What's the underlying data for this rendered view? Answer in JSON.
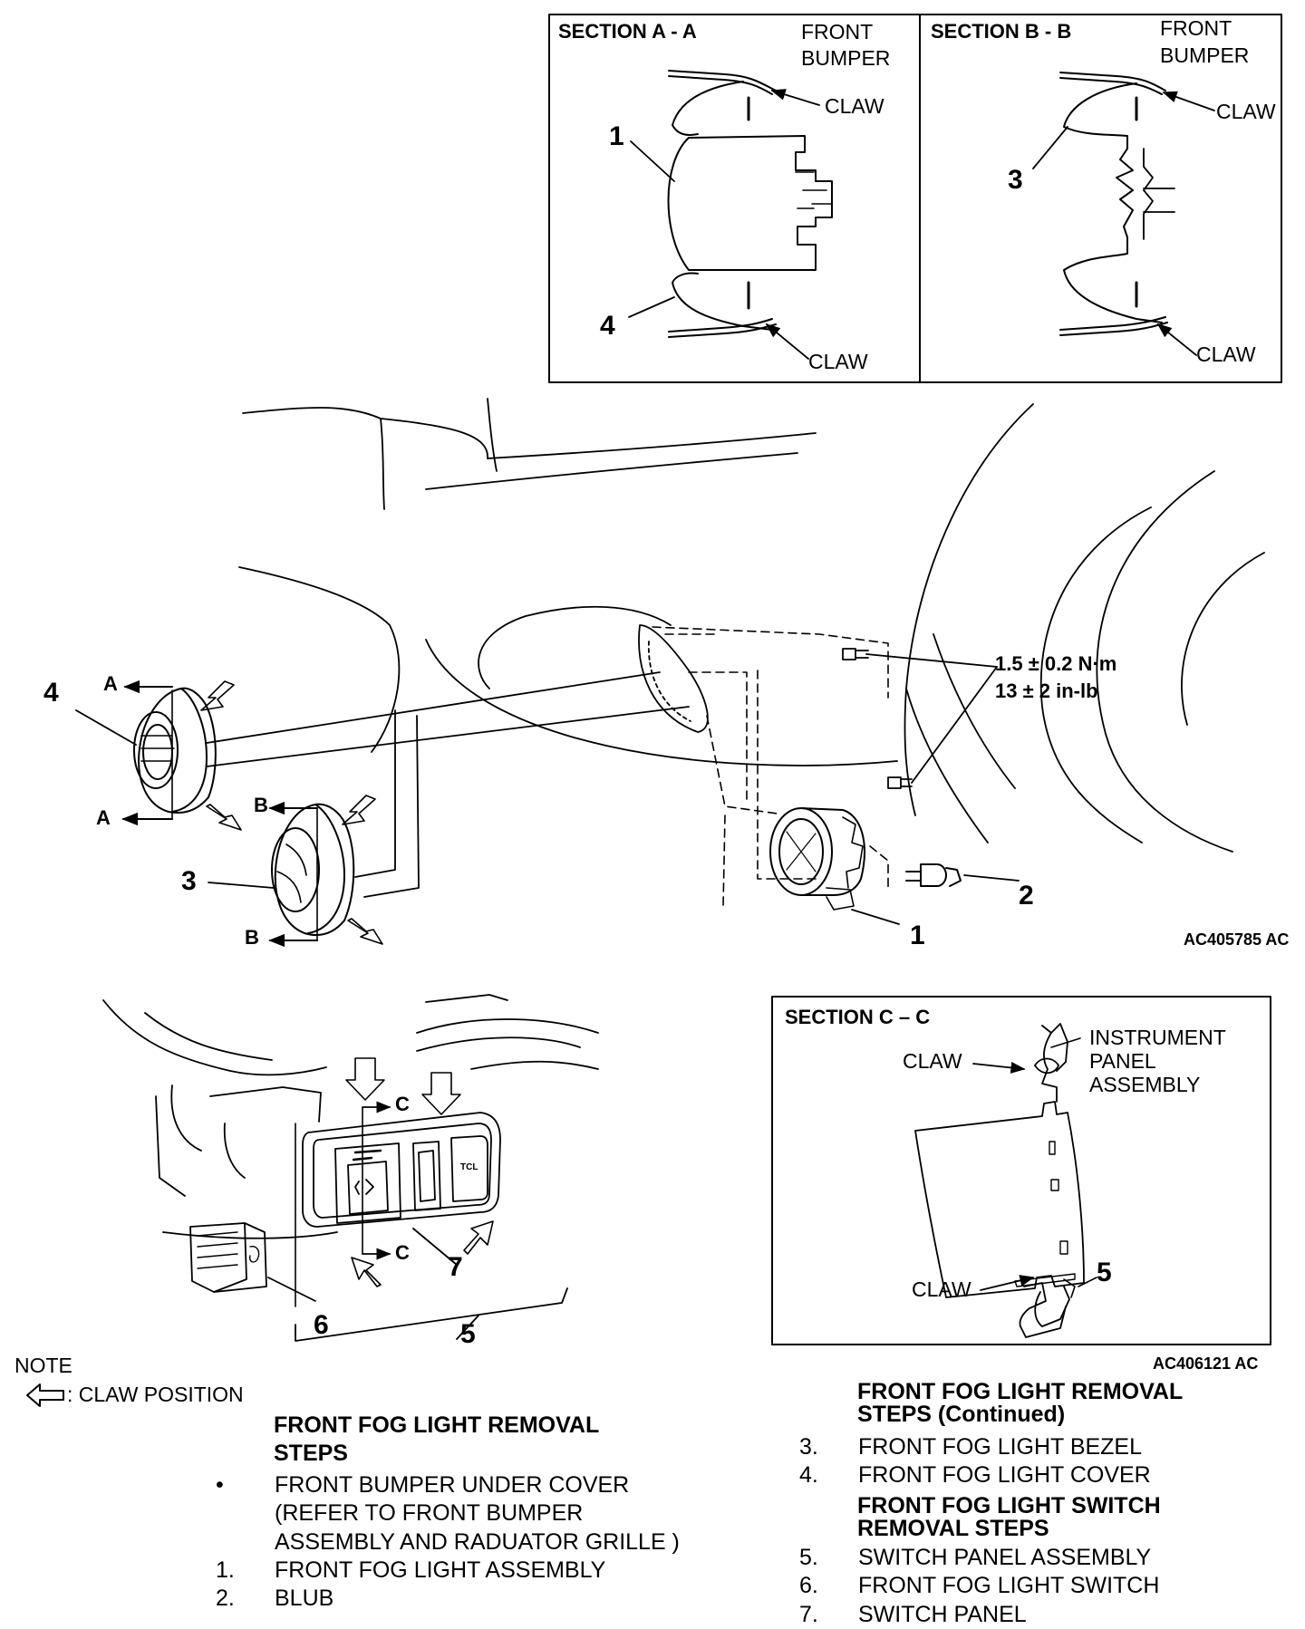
{
  "section_aa": {
    "title": "SECTION A - A",
    "front_bumper": [
      "FRONT",
      "BUMPER"
    ],
    "claw_top": "CLAW",
    "claw_bottom": "CLAW",
    "num_1": "1",
    "num_4": "4"
  },
  "section_bb": {
    "title": "SECTION B - B",
    "front_bumper": [
      "FRONT",
      "BUMPER"
    ],
    "claw_top": "CLAW",
    "claw_bottom": "CLAW",
    "num_3": "3"
  },
  "main_view": {
    "torque": [
      "1.5 ± 0.2 N·m",
      "13 ± 2 in-lb"
    ],
    "a_marker": "A",
    "b_marker": "B",
    "num_4": "4",
    "num_3": "3",
    "num_2": "2",
    "num_1": "1",
    "ref_code": "AC405785 AC"
  },
  "switch_view": {
    "c_marker": "C",
    "num_5": "5",
    "num_6": "6",
    "num_7": "7",
    "tcl_label": "TCL"
  },
  "section_cc": {
    "title": "SECTION C – C",
    "claw_top": "CLAW",
    "claw_bottom": "CLAW",
    "instrument": [
      "INSTRUMENT",
      "PANEL",
      "ASSEMBLY"
    ],
    "num_5": "5",
    "ref_code": "AC406121 AC"
  },
  "note": {
    "title": "NOTE",
    "legend": ": CLAW POSITION"
  },
  "steps_left": {
    "heading": [
      "FRONT FOG LIGHT REMOVAL",
      "STEPS"
    ],
    "items": [
      {
        "marker": "•",
        "lines": [
          "FRONT BUMPER UNDER COVER",
          "(REFER TO FRONT BUMPER",
          "ASSEMBLY AND RADUATOR GRILLE )"
        ]
      },
      {
        "marker": "1.",
        "lines": [
          "FRONT FOG  LIGHT ASSEMBLY"
        ]
      },
      {
        "marker": "2.",
        "lines": [
          "BLUB"
        ]
      }
    ]
  },
  "steps_right": {
    "heading": [
      "FRONT FOG LIGHT REMOVAL",
      "STEPS (Continued)"
    ],
    "items": [
      {
        "marker": "3.",
        "text": "FRONT FOG  LIGHT BEZEL"
      },
      {
        "marker": "4.",
        "text": "FRONT FOG  LIGHT COVER"
      }
    ],
    "heading2": [
      "FRONT FOG LIGHT SWITCH",
      "REMOVAL STEPS"
    ],
    "items2": [
      {
        "marker": "5.",
        "text": "SWITCH PANEL ASSEMBLY"
      },
      {
        "marker": "6.",
        "text": "FRONT FOG  LIGHT SWITCH"
      },
      {
        "marker": "7.",
        "text": "SWITCH PANEL"
      }
    ]
  }
}
